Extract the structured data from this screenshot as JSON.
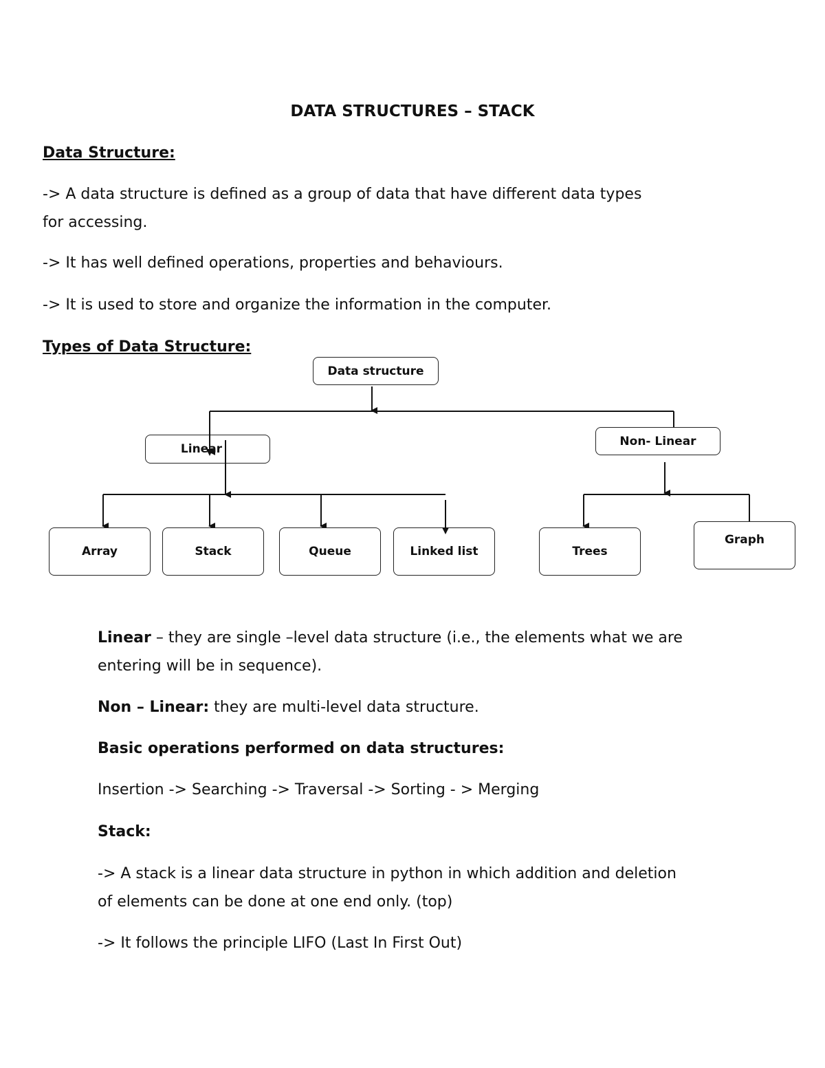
{
  "title": "DATA STRUCTURES – STACK",
  "section1": {
    "heading": "Data Structure:",
    "p1_line1": "->  A data structure is defined as a group of data that have different data types",
    "p1_line2": "for accessing.",
    "p2": "-> It has well defined operations, properties and behaviours.",
    "p3": "-> It is used to store and organize the information in the computer."
  },
  "section2": {
    "heading": "Types of Data Structure:"
  },
  "diagram": {
    "root": "Data structure",
    "linear": "Linear",
    "nonlinear": "Non- Linear",
    "linear_children": [
      "Array",
      "Stack",
      "Queue",
      "Linked list"
    ],
    "nonlinear_children": [
      "Trees",
      "Graph"
    ]
  },
  "definitions": {
    "linear_term": "Linear",
    "linear_text_line1": " – they are single –level data structure (i.e., the elements what we are",
    "linear_text_line2": "entering will be in sequence).",
    "nonlinear_term": "Non – Linear:",
    "nonlinear_text": " they are multi-level data structure.",
    "ops_heading": "Basic operations performed on data structures:",
    "ops_list": "Insertion  -> Searching  -> Traversal  -> Sorting - > Merging",
    "stack_heading": "Stack:",
    "stack_p1_line1": "-> A stack is a linear data structure in python in which addition and deletion",
    "stack_p1_line2": "of elements can be done at one end only. (top)",
    "stack_p2": "-> It follows the principle LIFO (Last In First Out)"
  }
}
